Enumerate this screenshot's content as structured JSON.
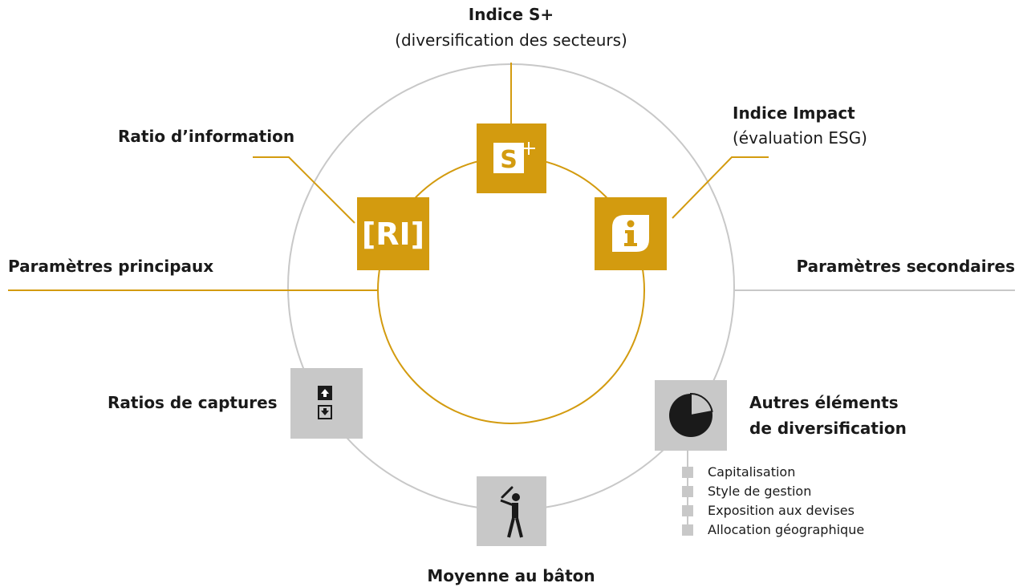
{
  "title_top": {
    "bold": "Indice S+",
    "normal": "(diversification des secteurs)"
  },
  "ratio_info": "Ratio d’information",
  "impact": {
    "bold": "Indice Impact",
    "normal": "(évaluation ESG)"
  },
  "params_main": "Paramètres principaux",
  "params_secondary": "Paramètres secondaires",
  "ratios_captures": "Ratios de captures",
  "autres": {
    "line1": "Autres éléments",
    "line2": "de diversification"
  },
  "moyenne": "Moyenne au bâton",
  "ri_icon_text": "[RI]",
  "sub_items": [
    "Capitalisation",
    "Style de gestion",
    "Exposition aux devises",
    "Allocation géographique"
  ],
  "icons": [
    "s-plus-icon",
    "ri-icon",
    "info-leaf-icon",
    "capture-arrows-icon",
    "pie-chart-icon",
    "batter-icon"
  ],
  "colors": {
    "gold": "#d39b0f",
    "grey": "#c8c8c8",
    "text": "#1a1a1a"
  }
}
